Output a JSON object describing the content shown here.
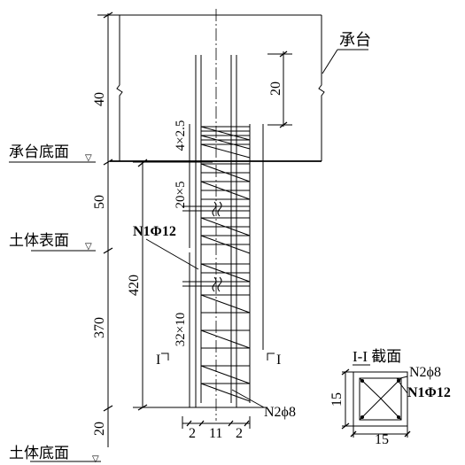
{
  "labels": {
    "cap": "承台",
    "cap_bottom": "承台底面",
    "soil_surface": "土体表面",
    "soil_bottom": "土体底面",
    "level_mark": "▽",
    "main_bar": "N1Φ12",
    "stirrup": "N2ϕ8",
    "section_mark_left": "I",
    "section_mark_right": "I",
    "section_title": "I-I 截面",
    "section_stirrup": "N2ϕ8",
    "section_main_bar": "N1Φ12"
  },
  "dimensions": {
    "cap_height": "40",
    "embed_length": "20",
    "top_spacing": "4×2.5",
    "above_soil": "50",
    "mid_spacing": "20×5",
    "total_length": "420",
    "below_soil": "370",
    "low_spacing": "32×10",
    "bottom_extra": "20",
    "bottom_w1": "2",
    "bottom_w2": "11",
    "bottom_w3": "2",
    "section_height": "15",
    "section_width": "15"
  }
}
